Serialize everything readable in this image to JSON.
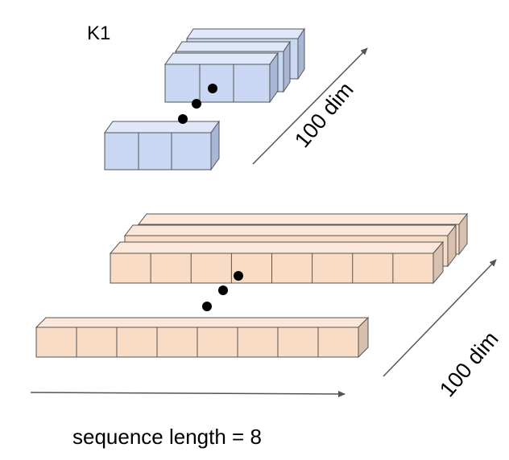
{
  "kernel_label": "K1",
  "kernel_dim_label": "100 dim",
  "sequence_dim_label": "100 dim",
  "sequence_length_label": "sequence length = 8",
  "kernel_cells": 3,
  "sequence_cells": 8,
  "colors": {
    "kernel_front": "#c9d7f2",
    "kernel_side": "#a9b7d6",
    "kernel_top": "#dfe7f8",
    "sequence_front": "#f9dcc6",
    "sequence_side": "#d8bfae",
    "sequence_top": "#fbe8da",
    "stroke": "#555555",
    "arrow": "#555555",
    "dot": "#000000"
  }
}
